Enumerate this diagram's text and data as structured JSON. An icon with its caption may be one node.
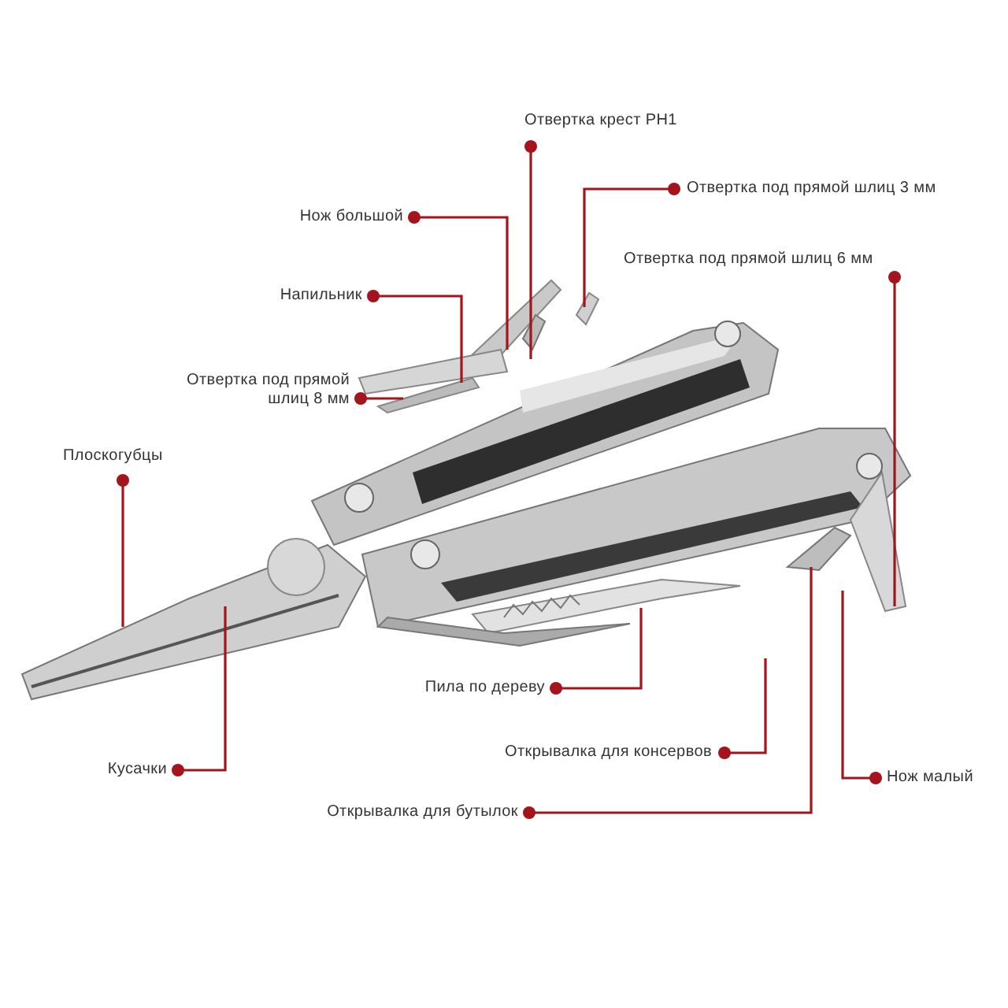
{
  "diagram": {
    "nodes": [
      {
        "text": [
          "Отвертка крест PH1"
        ]
      },
      {
        "text": [
          "Отвертка под прямой шлиц 3 мм"
        ]
      },
      {
        "text": [
          "Нож большой"
        ]
      },
      {
        "text": [
          "Отвертка под прямой шлиц 6 мм"
        ]
      },
      {
        "text": [
          "Напильник"
        ]
      },
      {
        "text": [
          "Отвертка под прямой шлиц 8 мм"
        ]
      },
      {
        "text": [
          "Плоскогубцы"
        ]
      },
      {
        "text": [
          "Кусачки"
        ]
      },
      {
        "text": [
          "Пила по дереву"
        ]
      },
      {
        "text": [
          "Открывалка для консервов"
        ]
      },
      {
        "text": [
          "Нож малый"
        ]
      },
      {
        "text": [
          "Открывалка для бутылок"
        ]
      }
    ],
    "edges": [
      {
        "from": 0,
        "to": null,
        "arrow": "other"
      },
      {
        "from": 1,
        "to": null,
        "arrow": "other"
      },
      {
        "from": 2,
        "to": null,
        "arrow": "other"
      },
      {
        "from": 3,
        "to": null,
        "arrow": "other"
      },
      {
        "from": 4,
        "to": null,
        "arrow": "other"
      },
      {
        "from": 5,
        "to": null,
        "arrow": "other"
      },
      {
        "from": 6,
        "to": null,
        "arrow": "other"
      },
      {
        "from": 7,
        "to": null,
        "arrow": "other"
      },
      {
        "from": 8,
        "to": null,
        "arrow": "other"
      },
      {
        "from": 9,
        "to": null,
        "arrow": "other"
      },
      {
        "from": 10,
        "to": null,
        "arrow": "other"
      },
      {
        "from": 11,
        "to": null,
        "arrow": "other"
      }
    ]
  }
}
